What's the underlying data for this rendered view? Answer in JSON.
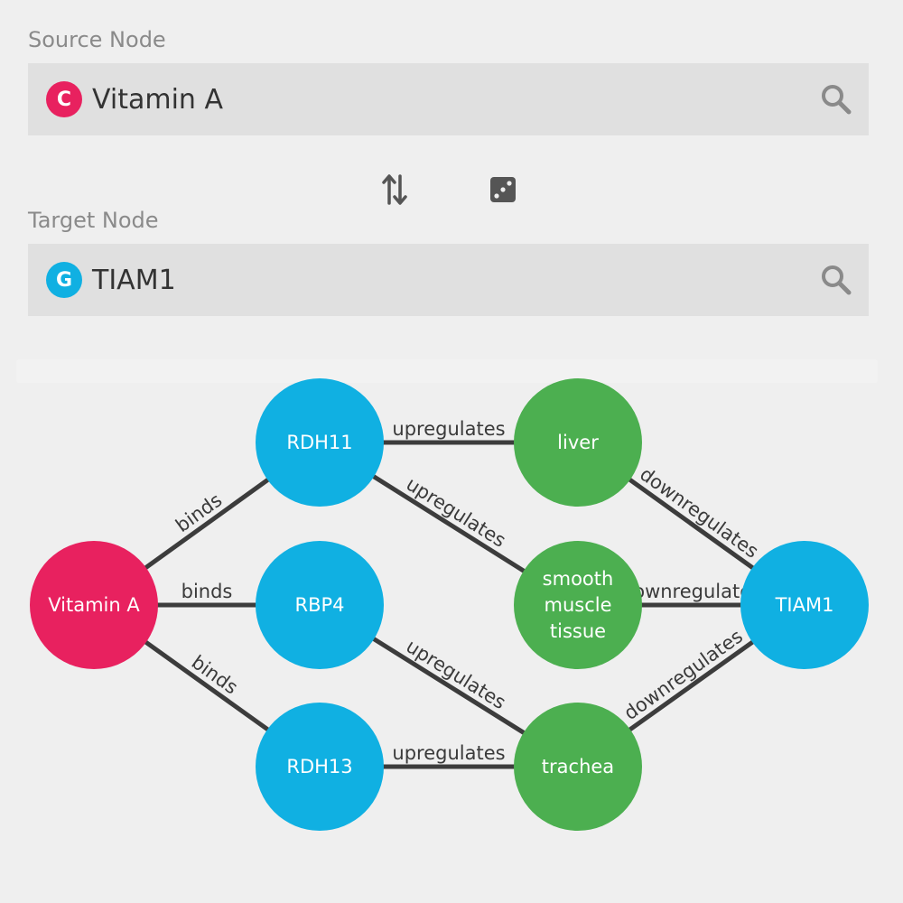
{
  "source": {
    "label": "Source Node",
    "badge": "C",
    "badge_color": "#e8215f",
    "value": "Vitamin A"
  },
  "target": {
    "label": "Target Node",
    "badge": "G",
    "badge_color": "#10b0e2",
    "value": "TIAM1"
  },
  "controls": {
    "swap_icon": "swap-vertical-icon",
    "random_icon": "dice-icon"
  },
  "colors": {
    "compound": "#e8215f",
    "gene": "#10b0e2",
    "anatomy": "#4caf50",
    "edge": "#3c3c3c"
  },
  "graph": {
    "nodes": [
      {
        "id": "vitA",
        "label": [
          "Vitamin A"
        ],
        "type": "compound"
      },
      {
        "id": "rdh11",
        "label": [
          "RDH11"
        ],
        "type": "gene"
      },
      {
        "id": "rbp4",
        "label": [
          "RBP4"
        ],
        "type": "gene"
      },
      {
        "id": "rdh13",
        "label": [
          "RDH13"
        ],
        "type": "gene"
      },
      {
        "id": "liver",
        "label": [
          "liver"
        ],
        "type": "anatomy"
      },
      {
        "id": "smt",
        "label": [
          "smooth",
          "muscle",
          "tissue"
        ],
        "type": "anatomy"
      },
      {
        "id": "trachea",
        "label": [
          "trachea"
        ],
        "type": "anatomy"
      },
      {
        "id": "tiam1",
        "label": [
          "TIAM1"
        ],
        "type": "gene"
      }
    ],
    "edges": [
      {
        "from": "vitA",
        "to": "rdh11",
        "label": "binds"
      },
      {
        "from": "vitA",
        "to": "rbp4",
        "label": "binds"
      },
      {
        "from": "vitA",
        "to": "rdh13",
        "label": "binds"
      },
      {
        "from": "rdh11",
        "to": "liver",
        "label": "upregulates"
      },
      {
        "from": "rdh11",
        "to": "smt",
        "label": "upregulates"
      },
      {
        "from": "rbp4",
        "to": "trachea",
        "label": "upregulates"
      },
      {
        "from": "rdh13",
        "to": "trachea",
        "label": "upregulates"
      },
      {
        "from": "liver",
        "to": "tiam1",
        "label": "downregulates"
      },
      {
        "from": "smt",
        "to": "tiam1",
        "label": "downregulates"
      },
      {
        "from": "trachea",
        "to": "tiam1",
        "label": "downregulates"
      }
    ]
  }
}
